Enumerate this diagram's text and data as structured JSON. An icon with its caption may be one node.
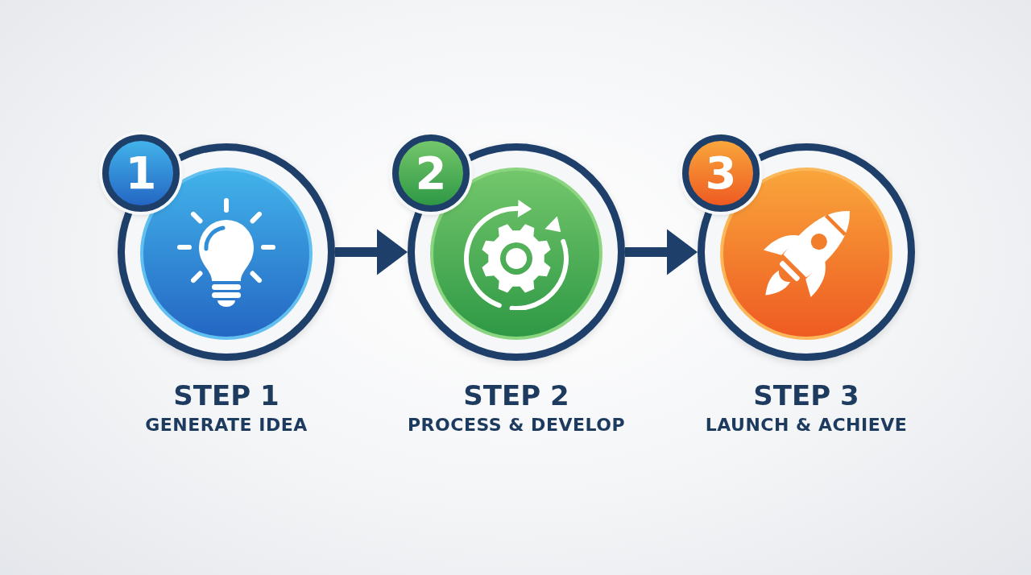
{
  "diagram": {
    "nodes": [
      {
        "text": [
          "1",
          "STEP 1",
          "GENERATE IDEA"
        ]
      },
      {
        "text": [
          "2",
          "STEP 2",
          "PROCESS & DEVELOP"
        ]
      },
      {
        "text": [
          "3",
          "STEP 3",
          "LAUNCH & ACHIEVE"
        ]
      }
    ],
    "edges": [
      {
        "from": 0,
        "to": 1,
        "arrow": "to"
      },
      {
        "from": 1,
        "to": 2,
        "arrow": "to"
      }
    ]
  }
}
